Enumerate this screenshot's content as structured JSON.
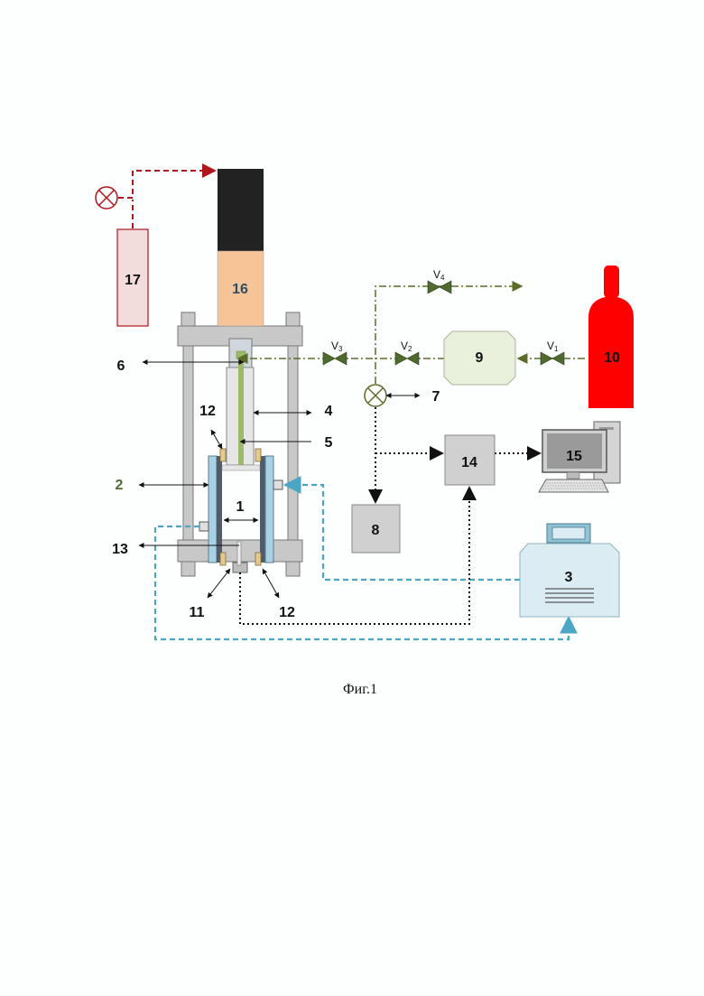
{
  "figure": {
    "caption": "Фиг.1",
    "labels": {
      "l1": "1",
      "l2": "2",
      "l3": "3",
      "l4": "4",
      "l5": "5",
      "l6": "6",
      "l7": "7",
      "l8": "8",
      "l9": "9",
      "l10": "10",
      "l11": "11",
      "l12a": "12",
      "l12b": "12",
      "l13": "13",
      "l14": "14",
      "l15": "15",
      "l16": "16",
      "l17": "17"
    },
    "valves": {
      "v1": "V",
      "v2": "V",
      "v3": "V",
      "v4": "V"
    },
    "valve_subs": {
      "v1": "1",
      "v2": "2",
      "v3": "3",
      "v4": "4"
    }
  },
  "colors": {
    "gas_line": "#5a6e2a",
    "hydraulic_line": "#b0141c",
    "coolant_line": "#4aa6c4",
    "signal_line": "#111111",
    "cylinder": "#ff0000",
    "ram_top": "#222222",
    "ram_body": "#f7c498",
    "tank": "#f3dcdc",
    "frame": "#c8c8c8",
    "box_9": "#e9f0dc",
    "thermostat": "#dcecf3",
    "label_2": "#4e6a2e",
    "label_16": "#2e4f63"
  },
  "icons": [
    "valve-icon",
    "gauge-icon",
    "computer-icon",
    "gas-cylinder-icon",
    "thermostat-icon"
  ]
}
